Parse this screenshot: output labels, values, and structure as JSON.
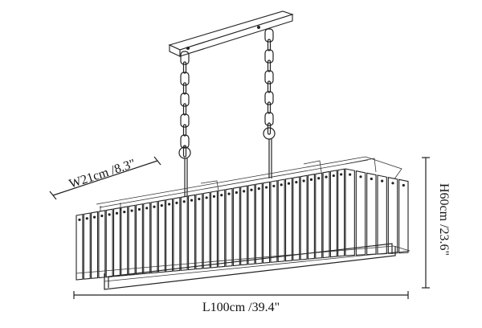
{
  "product": {
    "type_icon": "chandelier-drawing"
  },
  "dimensions": {
    "width_label": "W21cm /8.3\"",
    "height_label": "H60cm /23.6\"",
    "length_label": "L100cm /39.4\""
  },
  "colors": {
    "line": "#222222",
    "background": "#ffffff"
  }
}
